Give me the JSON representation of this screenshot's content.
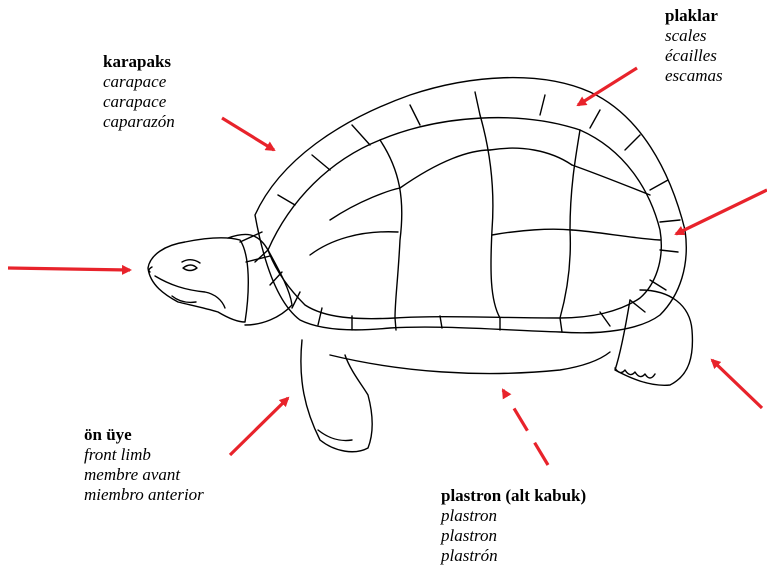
{
  "labels": {
    "carapace": {
      "main": "karapaks",
      "translations": [
        "carapace",
        "carapace",
        "caparazón"
      ]
    },
    "scales": {
      "main": "plaklar",
      "translations": [
        "scales",
        "écailles",
        "escamas"
      ]
    },
    "front_limb": {
      "main": "ön üye",
      "translations": [
        "front limb",
        "membre avant",
        "miembro anterior"
      ]
    },
    "plastron": {
      "main": "plastron (alt kabuk)",
      "translations": [
        "plastron",
        "plastron",
        "plastrón"
      ]
    }
  },
  "colors": {
    "arrow": "#e8232b",
    "outline": "#000000"
  }
}
